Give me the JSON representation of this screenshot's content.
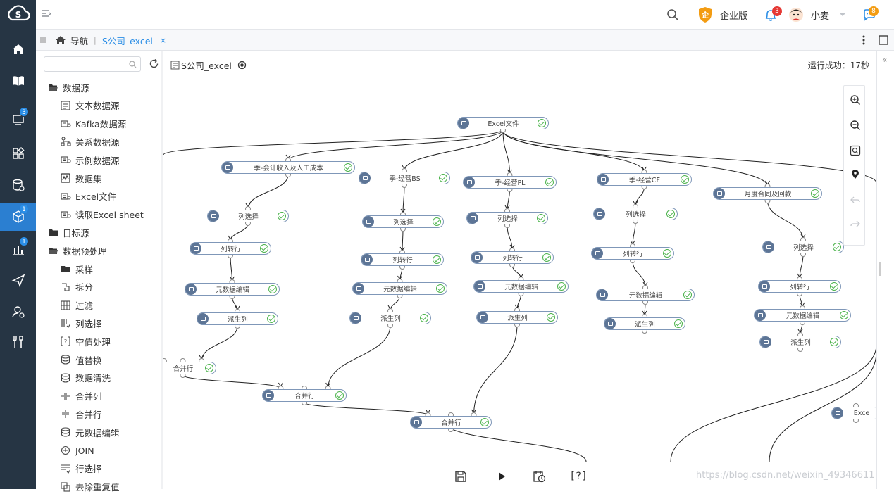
{
  "topbar": {
    "edition_label": "企业版",
    "notification_count": "3",
    "user_name": "小麦",
    "message_count": "8"
  },
  "tabbar": {
    "nav_label": "导航",
    "tab_label": "S公司_excel",
    "tab_close": "×"
  },
  "rail_badges": {
    "monitor": "3",
    "cube": "1",
    "chart": "1"
  },
  "sidebar": {
    "search_placeholder": "",
    "tree": [
      {
        "label": "数据源",
        "level": 0,
        "icon": "folder-open-icon"
      },
      {
        "label": "文本数据源",
        "level": 1,
        "icon": "text-file-icon"
      },
      {
        "label": "Kafka数据源",
        "level": 1,
        "icon": "datasource-icon"
      },
      {
        "label": "关系数据源",
        "level": 1,
        "icon": "relation-icon"
      },
      {
        "label": "示例数据源",
        "level": 1,
        "icon": "datasource-icon"
      },
      {
        "label": "数据集",
        "level": 1,
        "icon": "dataset-icon"
      },
      {
        "label": "Excel文件",
        "level": 1,
        "icon": "datasource-icon"
      },
      {
        "label": "读取Excel sheet",
        "level": 1,
        "icon": "datasource-icon"
      },
      {
        "label": "目标源",
        "level": 0,
        "icon": "folder-icon"
      },
      {
        "label": "数据预处理",
        "level": 0,
        "icon": "folder-open-icon"
      },
      {
        "label": "采样",
        "level": 1,
        "icon": "folder-icon"
      },
      {
        "label": "拆分",
        "level": 1,
        "icon": "split-icon"
      },
      {
        "label": "过滤",
        "level": 1,
        "icon": "filter-icon"
      },
      {
        "label": "列选择",
        "level": 1,
        "icon": "column-select-icon"
      },
      {
        "label": "空值处理",
        "level": 1,
        "icon": "null-handle-icon"
      },
      {
        "label": "值替换",
        "level": 1,
        "icon": "database-icon"
      },
      {
        "label": "数据清洗",
        "level": 1,
        "icon": "database-icon"
      },
      {
        "label": "合并列",
        "level": 1,
        "icon": "merge-column-icon"
      },
      {
        "label": "合并行",
        "level": 1,
        "icon": "merge-row-icon"
      },
      {
        "label": "元数据编辑",
        "level": 1,
        "icon": "database-icon"
      },
      {
        "label": "JOIN",
        "level": 1,
        "icon": "join-icon"
      },
      {
        "label": "行选择",
        "level": 1,
        "icon": "row-select-icon"
      },
      {
        "label": "去除重复值",
        "level": 1,
        "icon": "dedupe-icon"
      }
    ]
  },
  "canvas": {
    "title": "S公司_excel",
    "run_status": "运行成功：17秒"
  },
  "flow_nodes": [
    {
      "id": "excel",
      "label": "Excel文件"
    },
    {
      "id": "k1",
      "label": "季-会计收入及人工成本"
    },
    {
      "id": "k1c",
      "label": "列选择"
    },
    {
      "id": "k1t",
      "label": "列转行"
    },
    {
      "id": "k1m",
      "label": "元数据编辑"
    },
    {
      "id": "k1d",
      "label": "派生列"
    },
    {
      "id": "mrg1",
      "label": "合并行"
    },
    {
      "id": "bs",
      "label": "季-经营BS"
    },
    {
      "id": "bsc",
      "label": "列选择"
    },
    {
      "id": "bst",
      "label": "列转行"
    },
    {
      "id": "bsm",
      "label": "元数据编辑"
    },
    {
      "id": "bsd",
      "label": "派生列"
    },
    {
      "id": "mrg2",
      "label": "合并行"
    },
    {
      "id": "pl",
      "label": "季-经营PL"
    },
    {
      "id": "plc",
      "label": "列选择"
    },
    {
      "id": "plt",
      "label": "列转行"
    },
    {
      "id": "plm",
      "label": "元数据编辑"
    },
    {
      "id": "pld",
      "label": "派生列"
    },
    {
      "id": "mrg3",
      "label": "合并行"
    },
    {
      "id": "cf",
      "label": "季-经营CF"
    },
    {
      "id": "cfc",
      "label": "列选择"
    },
    {
      "id": "cft",
      "label": "列转行"
    },
    {
      "id": "cfm",
      "label": "元数据编辑"
    },
    {
      "id": "cfd",
      "label": "派生列"
    },
    {
      "id": "mo",
      "label": "月度合同及回款"
    },
    {
      "id": "moc",
      "label": "列选择"
    },
    {
      "id": "mot",
      "label": "列转行"
    },
    {
      "id": "mom",
      "label": "元数据编辑"
    },
    {
      "id": "mod",
      "label": "派生列"
    },
    {
      "id": "exc2",
      "label": "Exce"
    }
  ],
  "flow_edges": [
    [
      "excel",
      "k1"
    ],
    [
      "excel",
      "bs"
    ],
    [
      "excel",
      "pl"
    ],
    [
      "excel",
      "cf"
    ],
    [
      "excel",
      "mo"
    ],
    [
      "k1",
      "k1c"
    ],
    [
      "k1c",
      "k1t"
    ],
    [
      "k1t",
      "k1m"
    ],
    [
      "k1m",
      "k1d"
    ],
    [
      "k1d",
      "mrg1"
    ],
    [
      "bs",
      "bsc"
    ],
    [
      "bsc",
      "bst"
    ],
    [
      "bst",
      "bsm"
    ],
    [
      "bsm",
      "bsd"
    ],
    [
      "bsd",
      "mrg2"
    ],
    [
      "mrg1",
      "mrg2"
    ],
    [
      "pl",
      "plc"
    ],
    [
      "plc",
      "plt"
    ],
    [
      "plt",
      "plm"
    ],
    [
      "plm",
      "pld"
    ],
    [
      "pld",
      "mrg3"
    ],
    [
      "mrg2",
      "mrg3"
    ],
    [
      "cf",
      "cfc"
    ],
    [
      "cfc",
      "cft"
    ],
    [
      "cft",
      "cfm"
    ],
    [
      "cfm",
      "cfd"
    ],
    [
      "mo",
      "moc"
    ],
    [
      "moc",
      "mot"
    ],
    [
      "mot",
      "mom"
    ],
    [
      "mom",
      "mod"
    ]
  ],
  "bottombar": {
    "help_label": "[?]"
  },
  "watermark": "https://blog.csdn.net/weixin_49346611"
}
